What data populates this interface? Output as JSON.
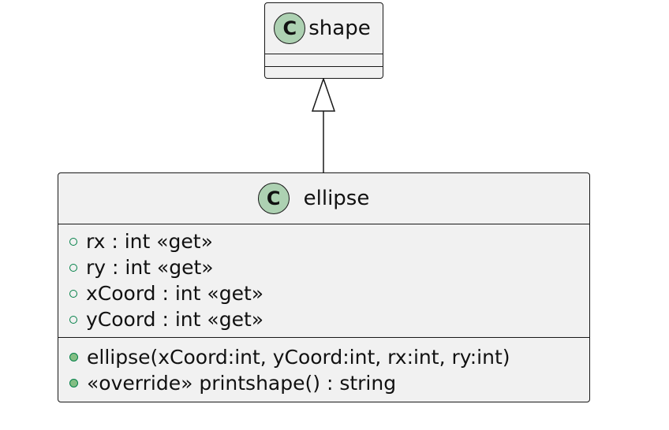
{
  "classes": {
    "shape": {
      "stereotype_icon": "C",
      "name": "shape",
      "fields": [],
      "methods": []
    },
    "ellipse": {
      "stereotype_icon": "C",
      "name": "ellipse",
      "fields": [
        {
          "visibility": "public",
          "text": "rx : int «get»"
        },
        {
          "visibility": "public",
          "text": "ry : int «get»"
        },
        {
          "visibility": "public",
          "text": "xCoord : int «get»"
        },
        {
          "visibility": "public",
          "text": "yCoord : int «get»"
        }
      ],
      "methods": [
        {
          "visibility": "public",
          "text": "ellipse(xCoord:int, yCoord:int, rx:int, ry:int)"
        },
        {
          "visibility": "public",
          "text": "«override» printshape() : string"
        }
      ]
    }
  },
  "relations": [
    {
      "type": "inheritance",
      "from": "ellipse",
      "to": "shape"
    }
  ],
  "colors": {
    "class_fill": "#f1f1f1",
    "class_border": "#181818",
    "class_badge": "#add1b2",
    "public_field_ring": "#038048",
    "public_method_fill": "#84be84"
  }
}
